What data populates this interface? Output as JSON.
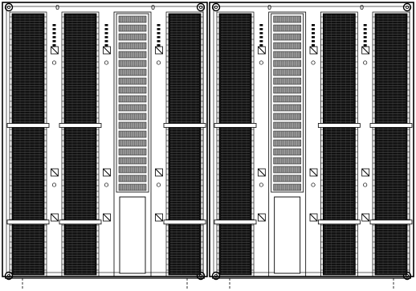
{
  "drawing": {
    "cabinets": [
      {
        "id": "left-cabinet",
        "top_labels": [
          "0",
          "0"
        ],
        "modules": [
          "punch-block",
          "punch-block",
          "patch-panel",
          "punch-block"
        ]
      },
      {
        "id": "right-cabinet",
        "top_labels": [
          "0",
          "0"
        ],
        "modules": [
          "punch-block",
          "patch-panel",
          "punch-block",
          "punch-block"
        ]
      }
    ],
    "colors": {
      "line": "#000000",
      "fill_dense": "#111111",
      "background": "#ffffff"
    },
    "icons": [
      "mounting-hole-icon",
      "diagonal-bracket-icon",
      "foot-marker-icon"
    ]
  }
}
